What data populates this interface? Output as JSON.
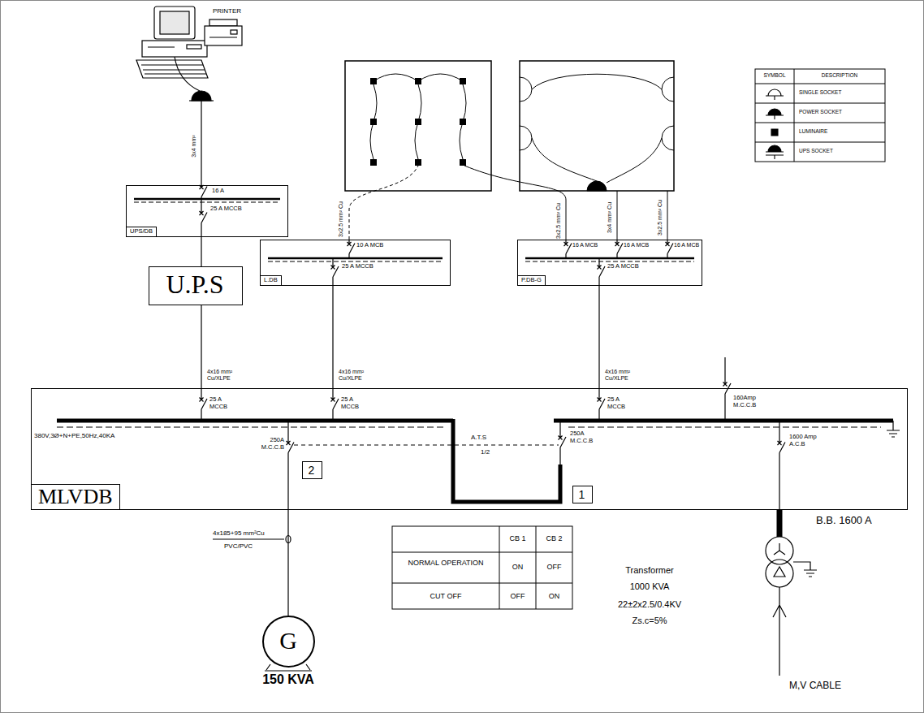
{
  "diagram": {
    "nodes": [
      {
        "text": [
          "16 A",
          "25 A MCCB",
          "UPS/DB"
        ]
      },
      {
        "text": [
          "10 A MCB",
          "25 A MCCB",
          "L.DB"
        ]
      },
      {
        "text": [
          "16 A MCB",
          "16 A MCB",
          "16 A MCB",
          "25 A MCCB",
          "P.DB-G"
        ]
      },
      {
        "text": [
          "U.P.S"
        ]
      },
      {
        "text": [
          "MLVDB",
          "25 A MCCB",
          "25 A MCCB",
          "25 A MCCB",
          "160Amp M.C.C.B",
          "380V,3Ø+N+PE,50Hz,40KA",
          "250A M.C.C.B",
          "A.T.S",
          "250A M.C.C.B",
          "1600 Amp A.C.B",
          "1/2"
        ]
      },
      {
        "text": [
          "2"
        ],
        "in": 4
      },
      {
        "text": [
          "1"
        ],
        "in": 4
      },
      {
        "text": [
          "G",
          "150 KVA"
        ]
      }
    ],
    "edges": [
      {
        "from": 4,
        "to": 3,
        "arrow": "none"
      },
      {
        "from": 3,
        "to": 0,
        "arrow": "none"
      },
      {
        "from": 4,
        "to": 1,
        "arrow": "none"
      },
      {
        "from": 4,
        "to": 2,
        "arrow": "none"
      },
      {
        "from": 7,
        "to": 4,
        "arrow": "none"
      }
    ],
    "labels": [
      "PRINTER",
      "3x4 mm²",
      "3x2.5 mm² Cu",
      "3x2.5 mm² Cu",
      "3x4 mm² Cu",
      "3x2.5 mm² Cu",
      "4x16 mm² Cu/XLPE",
      "4x16 mm² Cu/XLPE",
      "4x16 mm² Cu/XLPE",
      "B.B. 1600 A",
      "4x185+95 mm²Cu",
      "PVC/PVC",
      "CB 1",
      "CB 2",
      "NORMAL OPERATION",
      "ON",
      "OFF",
      "CUT OFF",
      "OFF",
      "ON",
      "Transformer",
      "1000 KVA",
      "22±2x2.5/0.4KV",
      "Zs.c=5%",
      "M,V CABLE",
      "SYMBOL",
      "DESCRIPTION"
    ],
    "legend": [
      {
        "text": "SINGLE SOCKET"
      },
      {
        "text": "POWER SOCKET"
      },
      {
        "text": "LUMINAIRE"
      },
      {
        "text": "UPS SOCKET"
      }
    ]
  }
}
